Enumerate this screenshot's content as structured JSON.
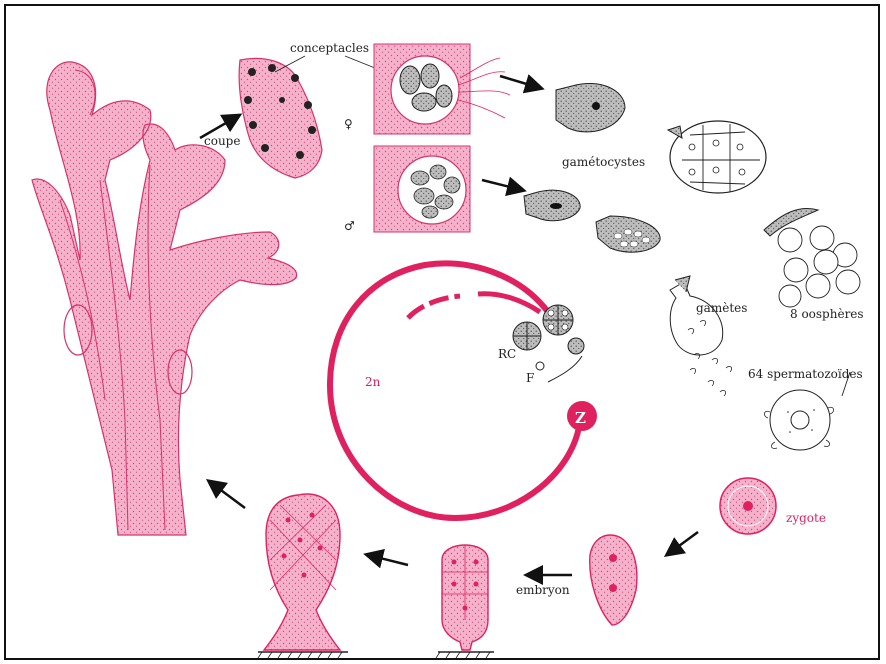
{
  "labels": {
    "conceptacles": "conceptacles",
    "coupe": "coupe",
    "female": "♀",
    "male": "♂",
    "gametocystes": "gamétocystes",
    "gametes": "gamètes",
    "oospheres": "8 oosphères",
    "spermatozoides": "64 spermatozoïdes",
    "zygote": "zygote",
    "embryon": "embryon",
    "rc": "RC",
    "f": "F",
    "two_n": "2n",
    "z": "Z"
  },
  "colors": {
    "pink": "#e0215f",
    "tissue": "#f2aac4",
    "ink": "#222222",
    "grey": "#8a8a8a"
  }
}
